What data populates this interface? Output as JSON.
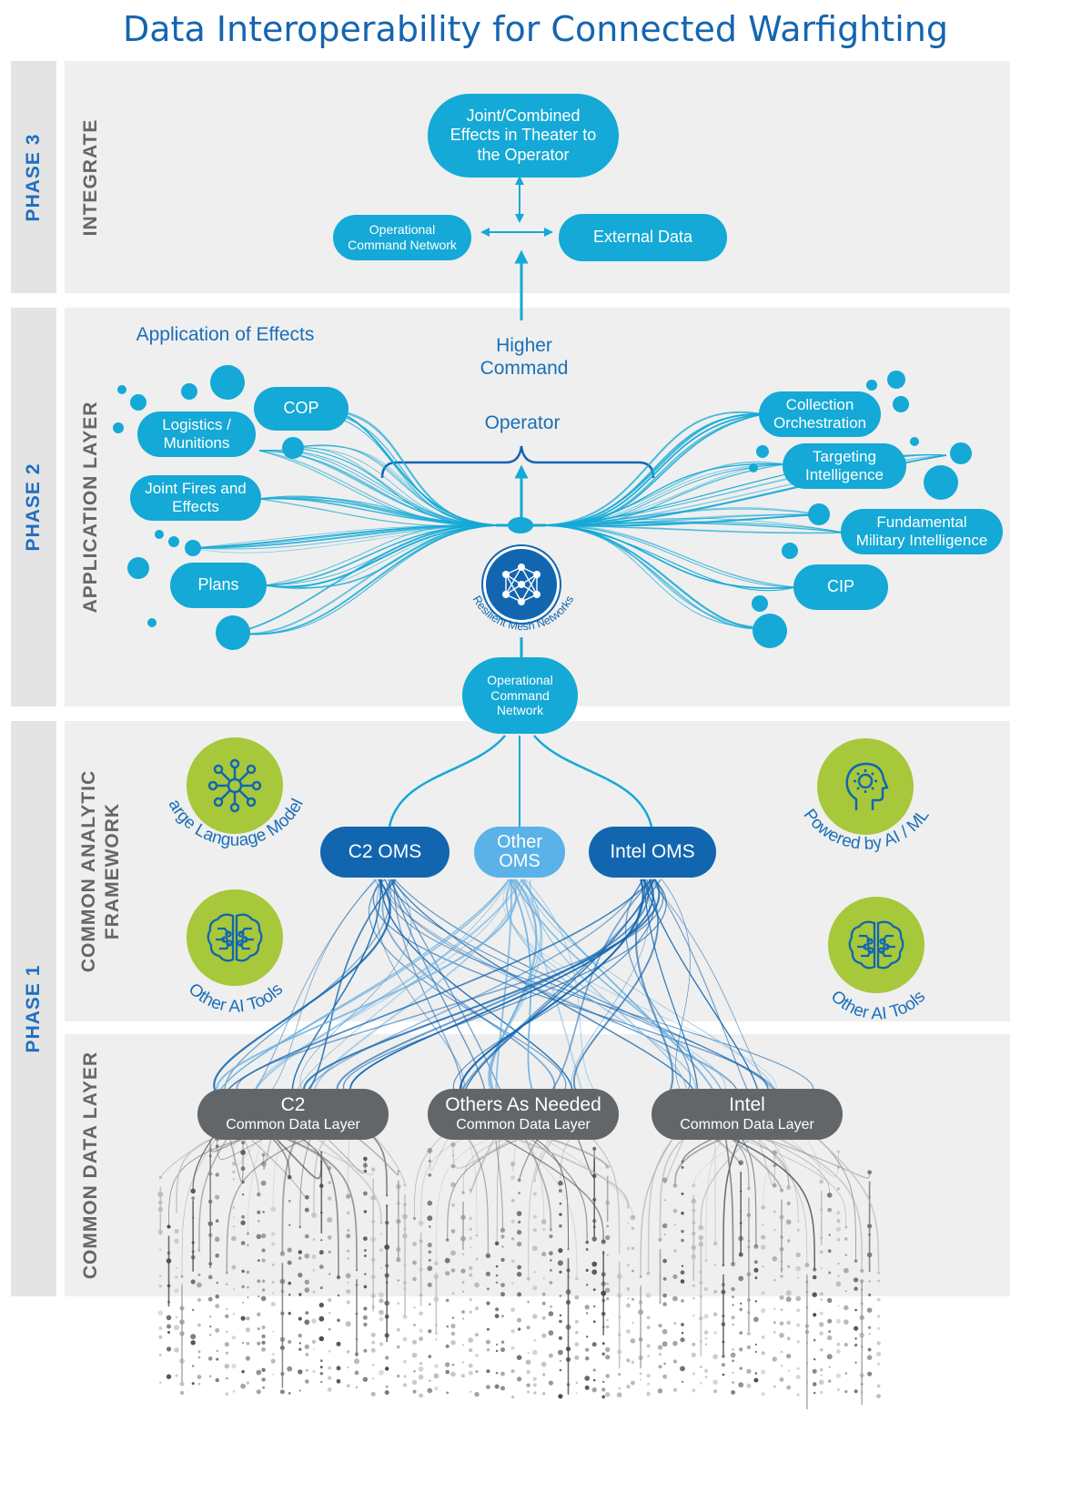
{
  "title": "Data Interoperability for Connected Warfighting",
  "phases": {
    "phase3": "PHASE 3",
    "phase2": "PHASE 2",
    "phase1": "PHASE 1"
  },
  "sections": {
    "integrate": "INTEGRATE",
    "application_layer": "APPLICATION LAYER",
    "common_analytic_framework_line1": "COMMON ANALYTIC",
    "common_analytic_framework_line2": "FRAMEWORK",
    "common_data_layer": "COMMON DATA LAYER"
  },
  "integrate": {
    "joint_effects_l1": "Joint/Combined",
    "joint_effects_l2": "Effects in Theater to",
    "joint_effects_l3": "the Operator",
    "op_command_l1": "Operational",
    "op_command_l2": "Command Network",
    "external_data": "External Data"
  },
  "application": {
    "heading": "Application of Effects",
    "higher_command_l1": "Higher",
    "higher_command_l2": "Command",
    "operator": "Operator",
    "resilient_mesh": "Resilient Mesh Networks",
    "left_nodes": {
      "cop": "COP",
      "logistics_l1": "Logistics /",
      "logistics_l2": "Munitions",
      "joint_fires_l1": "Joint Fires and",
      "joint_fires_l2": "Effects",
      "plans": "Plans"
    },
    "right_nodes": {
      "collection_l1": "Collection",
      "collection_l2": "Orchestration",
      "targeting_l1": "Targeting",
      "targeting_l2": "Intelligence",
      "fundamental_l1": "Fundamental",
      "fundamental_l2": "Military Intelligence",
      "cip": "CIP"
    },
    "op_command_l1": "Operational",
    "op_command_l2": "Command",
    "op_command_l3": "Network"
  },
  "framework": {
    "c2_oms": "C2 OMS",
    "other_oms_l1": "Other",
    "other_oms_l2": "OMS",
    "intel_oms": "Intel OMS",
    "llm": "Large Language Models",
    "powered_by": "Powered by AI / ML",
    "other_ai_left": "Other AI Tools",
    "other_ai_right": "Other AI Tools"
  },
  "data_layer": {
    "c2_title": "C2",
    "c2_sub": "Common Data Layer",
    "others_title": "Others As Needed",
    "others_sub": "Common Data Layer",
    "intel_title": "Intel",
    "intel_sub": "Common Data Layer"
  },
  "icons": {
    "llm": "network-hub-icon",
    "ai_ml": "head-lightbulb-icon",
    "other_ai": "brain-circuit-icon",
    "mesh": "neural-network-icon"
  },
  "colors": {
    "title_blue": "#1565b0",
    "cyan": "#14a9d6",
    "navy": "#1266b0",
    "light_blue": "#5ab2e8",
    "gray_node": "#636669",
    "lime": "#a7c83a",
    "panel": "#efefef"
  }
}
